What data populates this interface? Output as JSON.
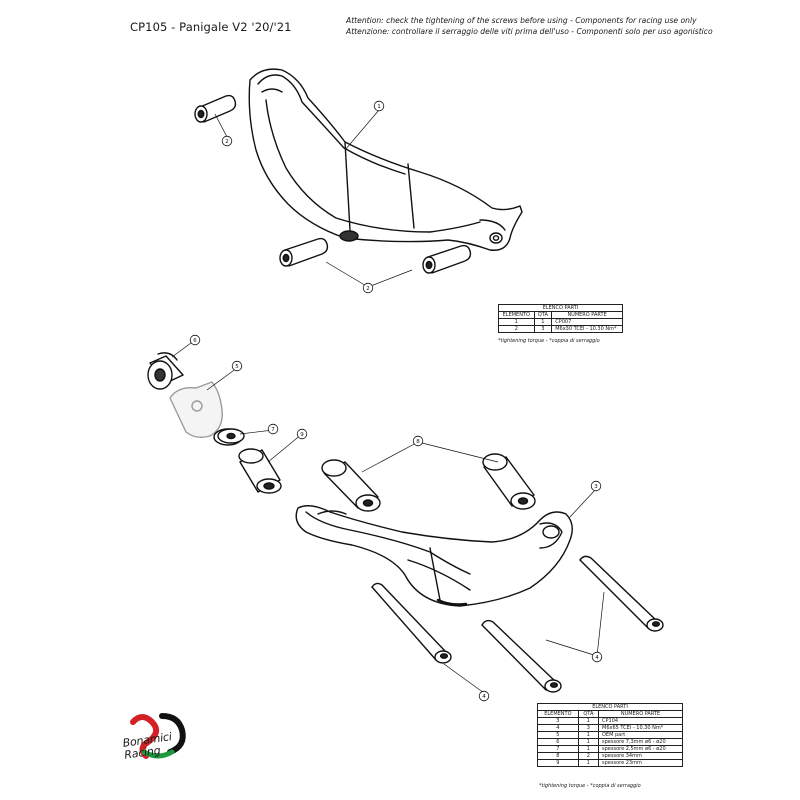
{
  "header": {
    "title": "CP105 - Panigale V2 '20/'21",
    "attention_en": "Attention: check the tightening of the screws before using - Components for racing use only",
    "attention_it": "Attenzione: controllare il serraggio delle viti prima dell'uso - Componenti solo per uso agonistico"
  },
  "callouts": {
    "c1": "1",
    "c2a": "2",
    "c2b": "2",
    "c3": "3",
    "c4a": "4",
    "c4b": "4",
    "c5": "5",
    "c6": "6",
    "c7": "7",
    "c8": "8",
    "c9": "9"
  },
  "table1": {
    "title": "ELENCO PARTI",
    "headers": [
      "ELEMENTO",
      "QTÀ",
      "NUMERO PARTE"
    ],
    "rows": [
      [
        "1",
        "1",
        "CP007"
      ],
      [
        "2",
        "3",
        "M6x30 TCEI - 10.30 Nm*"
      ]
    ],
    "note": "*tightening torque - *coppia di serraggio"
  },
  "table2": {
    "title": "ELENCO PARTI",
    "headers": [
      "ELEMENTO",
      "QTÀ",
      "NUMERO PARTE"
    ],
    "rows": [
      [
        "3",
        "1",
        "CP104"
      ],
      [
        "4",
        "3",
        "M6x65 TCEI - 10.30 Nm*"
      ],
      [
        "5",
        "1",
        "OEM part"
      ],
      [
        "6",
        "1",
        "spessore 7,3mm ø6 - ø20"
      ],
      [
        "7",
        "1",
        "spessore 2,5mm ø6 - ø20"
      ],
      [
        "8",
        "2",
        "spessore 34mm"
      ],
      [
        "9",
        "1",
        "spessore 23mm"
      ]
    ],
    "note": "*tightening torque - *coppia di serraggio"
  },
  "brand": {
    "line1": "Bonamici",
    "line2": "Racing",
    "colors": {
      "red": "#d32027",
      "green": "#1e9a3e",
      "black": "#111111"
    }
  }
}
